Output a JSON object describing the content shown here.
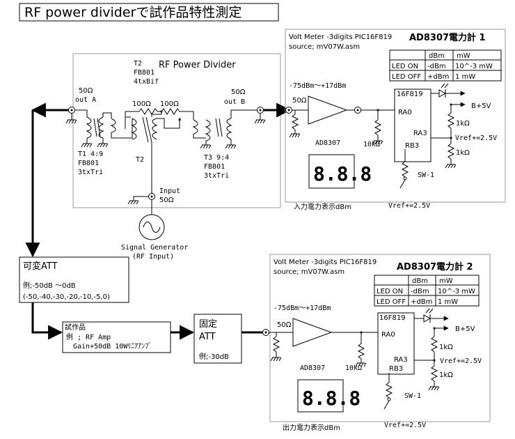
{
  "title": "RF power dividerで試作品特性測定",
  "divider": {
    "title": "RF Power Divider",
    "t2_label": [
      "T2",
      "FB801",
      "4txBif"
    ],
    "port_a": [
      "50Ω",
      "out A"
    ],
    "port_b": [
      "50Ω",
      "out B"
    ],
    "r1": "100Ω",
    "r2": "100Ω",
    "t2_small": "T2",
    "t1_label": [
      "T1 4:9",
      "FB801",
      "3txTri"
    ],
    "t3_label": [
      "T3 9:4",
      "FB801",
      "3txTri"
    ],
    "input_label": [
      "Input",
      "50Ω"
    ]
  },
  "signal_generator": [
    "Signal Generator",
    "(RF Input)"
  ],
  "meter1": {
    "header_left": "Volt Meter -3digits  PIC16F819",
    "header_right": "AD8307電力計 1",
    "source": "source; mV07W.asm",
    "table": {
      "headers": [
        "",
        "dBm",
        "mW"
      ],
      "rows": [
        [
          "LED ON",
          "-dBm",
          "10^-3 mW"
        ],
        [
          "LED OFF",
          "+dBm",
          "1  mW"
        ]
      ]
    },
    "range": "-75dBm～+17dBm",
    "in_r": "50Ω",
    "amp": "AD8307",
    "r10k": "10kΩ",
    "mcu": "16F819",
    "ra0": "RA0",
    "ra3": "RA3",
    "rb3": "RB3",
    "sw": "SW-1",
    "vplus": "B+5V",
    "r1k_a": "1kΩ",
    "r1k_b": "1kΩ",
    "vref": "Vref+=2.5V",
    "vref_bottom": "Vref+=2.5V",
    "display_caption": "入力電力表示dBm"
  },
  "meter2": {
    "header_left": "Volt Meter -3digits  PIC16F819",
    "header_right": "AD8307電力計 2",
    "source": "source; mV07W.asm",
    "table": {
      "headers": [
        "",
        "dBm",
        "mW"
      ],
      "rows": [
        [
          "LED ON",
          "-dBm",
          "10^-3 mW"
        ],
        [
          "LED OFF",
          "+dBm",
          "1  mW"
        ]
      ]
    },
    "range": "-75dBm～+17dBm",
    "in_r": "50Ω",
    "amp": "AD8307",
    "r10k": "10kΩ",
    "mcu": "16F819",
    "ra0": "RA0",
    "ra3": "RA3",
    "rb3": "RB3",
    "sw": "SW-1",
    "vplus": "B+5V",
    "r1k_a": "1kΩ",
    "r1k_b": "1kΩ",
    "vref": "Vref+=2.5V",
    "vref_bottom": "Vref+=2.5V",
    "display_caption": "出力電力表示dBm"
  },
  "att_var": {
    "title": "可変ATT",
    "line1": "例;-50dB ～0dB",
    "line2": "(-50,-40,-30,-20,-10,-5,0)"
  },
  "dut": {
    "title": "試作品",
    "line1": "例 ; RF Amp",
    "line2": "Gain+50dB 10Wﾘﾆｱｱﾝﾌﾟ"
  },
  "att_fix": {
    "title": "固定",
    "title2": "ATT",
    "line1": "例;-30dB"
  },
  "display_digits": "8.8.8"
}
